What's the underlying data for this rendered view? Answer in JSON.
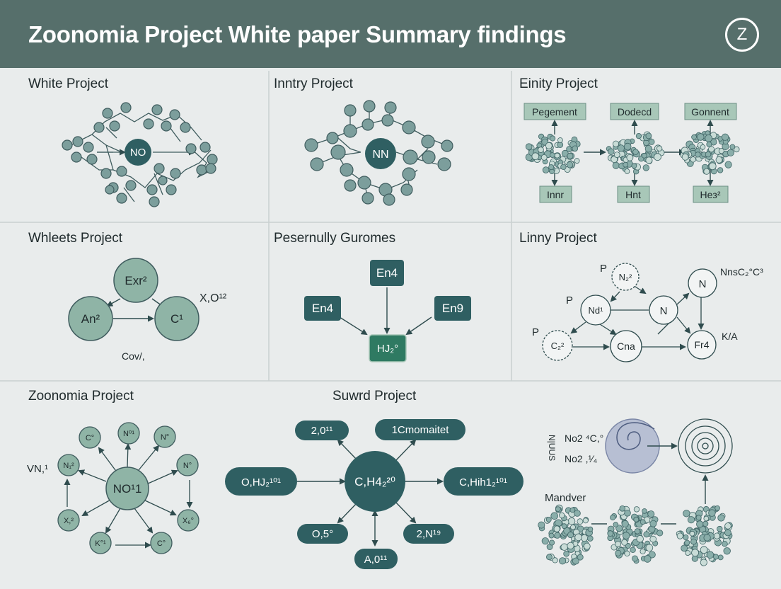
{
  "header": {
    "title": "Zoonomia Project White paper Summary findings",
    "logo_letter": "Z"
  },
  "colors": {
    "header": "#566f6b",
    "background": "#e9ecec",
    "node_light": "#8fb4a6",
    "node_dark": "#2f5f62",
    "atom": "#7c9e9c",
    "atom_dark": "#4d7777",
    "divider": "#c9d0d0"
  },
  "panels": [
    {
      "title": "White Project",
      "center": "NO"
    },
    {
      "title": "Inntry Project",
      "center": "NN"
    },
    {
      "title": "Einity Project",
      "top": [
        "Pegement",
        "Dodecd",
        "Gonnent"
      ],
      "bottom": [
        "Innr",
        "Hnt",
        "Heз²"
      ]
    },
    {
      "title": "Whleets Project",
      "nodes": [
        "Exr²",
        "An²",
        "C¹"
      ],
      "side": "X,O¹²",
      "bottom": "Cov/,"
    },
    {
      "title": "Pesernully Guromes",
      "nodes": [
        "En4",
        "En4",
        "En9",
        "HJ₂°"
      ]
    },
    {
      "title": "Linny Project",
      "nodes": [
        "N₂²",
        "Nd¹",
        "N",
        "N",
        "C₂²",
        "Cna",
        "Fr4"
      ],
      "labels": [
        "P",
        "P",
        "P",
        "NnsC₂°C³",
        "K/A"
      ]
    },
    {
      "title": "Zoonomia Project",
      "center": "NO¹1",
      "nodes": [
        "C°",
        "N⁰¹",
        "N°",
        "N₁²",
        "N°",
        "X,²",
        "X₆°",
        "K°¹",
        "C°"
      ],
      "side": "VN,¹"
    },
    {
      "title": "Suwrd Project",
      "center": "C,H4₂²⁰",
      "nodes": [
        "2,0¹¹",
        "1Cmomaitet",
        "O,HJ₂¹⁰¹",
        "C,Hih1₂¹⁰¹",
        "O,5°",
        "2,N¹⁹",
        "A,0¹¹"
      ]
    },
    {
      "title": "",
      "vertical": "N|UUS",
      "labels": [
        "No2 ⁴C,°",
        "No2 ,¹⁄₄"
      ],
      "bottom_label": "Mandver"
    }
  ]
}
